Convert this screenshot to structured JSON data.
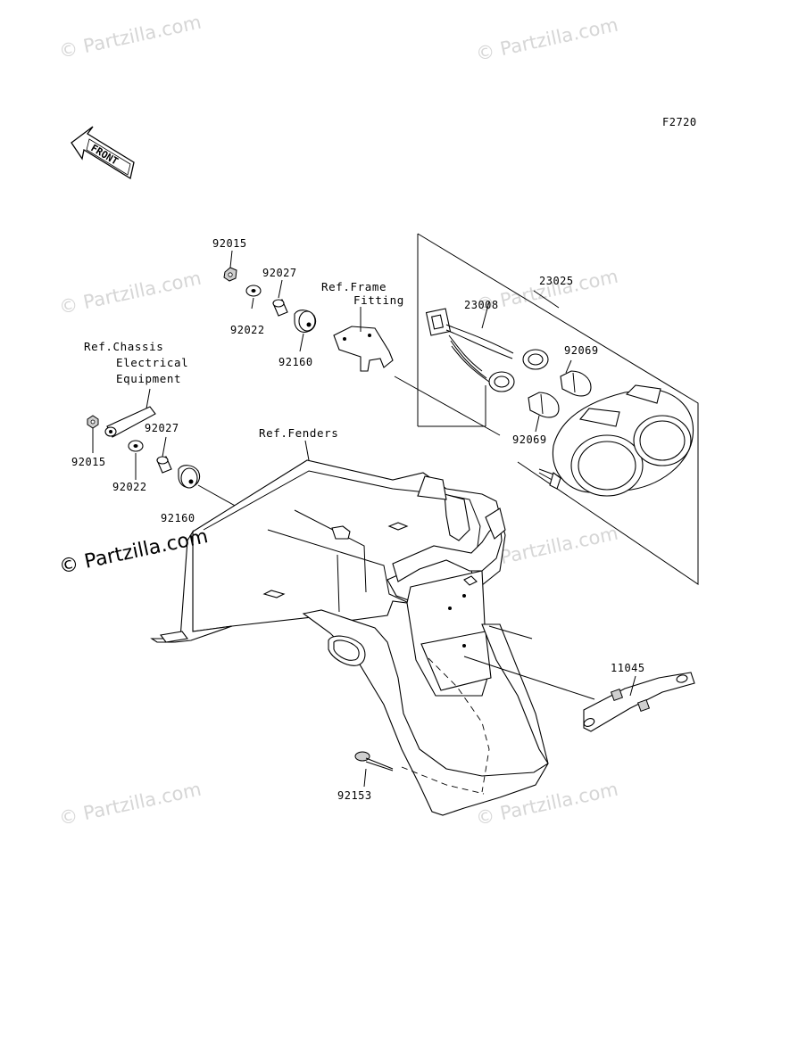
{
  "diagram": {
    "figure_code": "F2720",
    "front_arrow_label": "FRONT",
    "watermark_text": "© Partzilla.com",
    "references": {
      "frame_fitting_line1": "Ref.Frame",
      "frame_fitting_line2": "Fitting",
      "chassis_line1": "Ref.Chassis",
      "chassis_line2": "Electrical",
      "chassis_line3": "Equipment",
      "fenders": "Ref.Fenders"
    },
    "part_numbers": {
      "nut_upper": "92015",
      "collar_upper": "92027",
      "washer_upper": "92022",
      "grommet_upper": "92160",
      "tail_lamp_assembly": "23025",
      "socket_harness": "23008",
      "bulb_upper": "92069",
      "bulb_lower": "92069",
      "nut_lower": "92015",
      "collar_lower": "92027",
      "washer_lower": "92022",
      "grommet_lower": "92160",
      "license_bracket": "11045",
      "bolt": "92153"
    }
  }
}
